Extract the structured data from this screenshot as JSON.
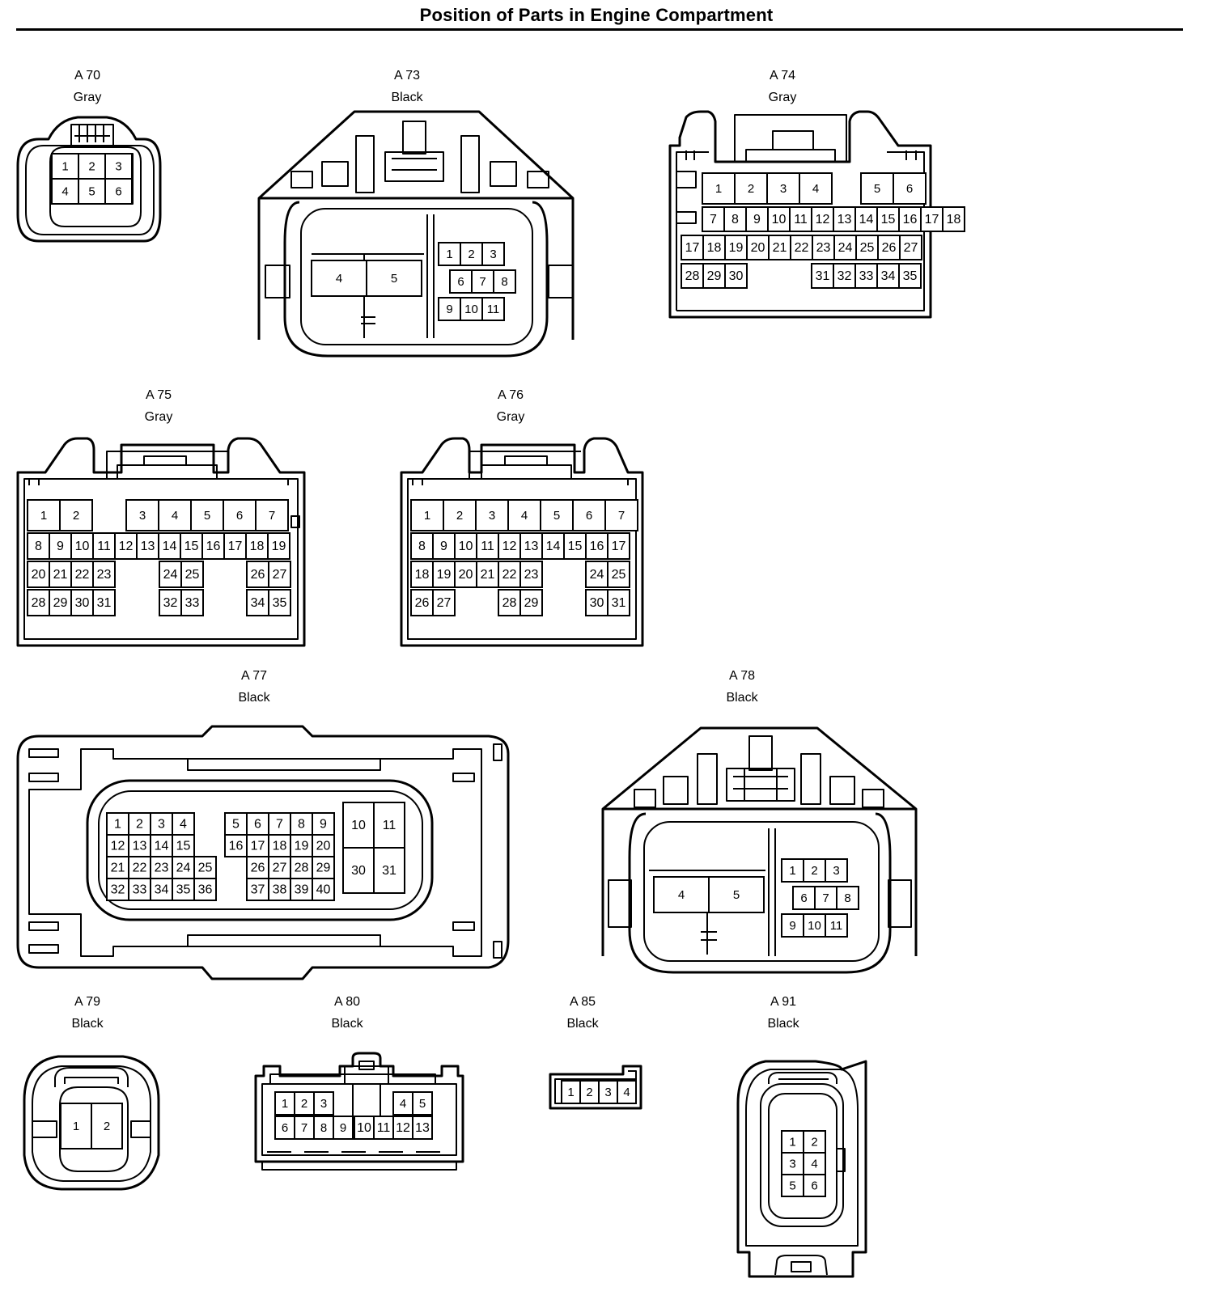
{
  "page": {
    "title": "Position of Parts in Engine Compartment"
  },
  "connectors": [
    {
      "id": "A 70",
      "color": "Gray",
      "pins": [
        "1",
        "2",
        "3",
        "4",
        "5",
        "6"
      ]
    },
    {
      "id": "A 73",
      "color": "Black",
      "pins": [
        "1",
        "2",
        "3",
        "4",
        "5",
        "6",
        "7",
        "8",
        "9",
        "10",
        "11"
      ]
    },
    {
      "id": "A 74",
      "color": "Gray",
      "pins": [
        "1",
        "2",
        "3",
        "4",
        "5",
        "6",
        "7",
        "8",
        "9",
        "10",
        "11",
        "12",
        "13",
        "14",
        "15",
        "16",
        "17",
        "18",
        "19",
        "20",
        "21",
        "22",
        "23",
        "24",
        "25",
        "26",
        "27",
        "28",
        "29",
        "30",
        "31",
        "32",
        "33",
        "34",
        "35"
      ]
    },
    {
      "id": "A 75",
      "color": "Gray",
      "pins": [
        "1",
        "2",
        "3",
        "4",
        "5",
        "6",
        "7",
        "8",
        "9",
        "10",
        "11",
        "12",
        "13",
        "14",
        "15",
        "16",
        "17",
        "18",
        "19",
        "20",
        "21",
        "22",
        "23",
        "24",
        "25",
        "26",
        "27",
        "28",
        "29",
        "30",
        "31",
        "32",
        "33",
        "34",
        "35"
      ]
    },
    {
      "id": "A 76",
      "color": "Gray",
      "pins": [
        "1",
        "2",
        "3",
        "4",
        "5",
        "6",
        "7",
        "8",
        "9",
        "10",
        "11",
        "12",
        "13",
        "14",
        "15",
        "16",
        "17",
        "18",
        "19",
        "20",
        "21",
        "22",
        "23",
        "24",
        "25",
        "26",
        "27",
        "28",
        "29",
        "30",
        "31"
      ]
    },
    {
      "id": "A 77",
      "color": "Black",
      "pins": [
        "1",
        "2",
        "3",
        "4",
        "5",
        "6",
        "7",
        "8",
        "9",
        "10",
        "11",
        "12",
        "13",
        "14",
        "15",
        "16",
        "17",
        "18",
        "19",
        "20",
        "21",
        "22",
        "23",
        "24",
        "25",
        "26",
        "27",
        "28",
        "29",
        "30",
        "31",
        "32",
        "33",
        "34",
        "35",
        "36",
        "37",
        "38",
        "39",
        "40"
      ]
    },
    {
      "id": "A 78",
      "color": "Black",
      "pins": [
        "1",
        "2",
        "3",
        "4",
        "5",
        "6",
        "7",
        "8",
        "9",
        "10",
        "11"
      ]
    },
    {
      "id": "A 79",
      "color": "Black",
      "pins": [
        "1",
        "2"
      ]
    },
    {
      "id": "A 80",
      "color": "Black",
      "pins": [
        "1",
        "2",
        "3",
        "4",
        "5",
        "6",
        "7",
        "8",
        "9",
        "10",
        "11",
        "12",
        "13"
      ]
    },
    {
      "id": "A 85",
      "color": "Black",
      "pins": [
        "1",
        "2",
        "3",
        "4"
      ]
    },
    {
      "id": "A 91",
      "color": "Black",
      "pins": [
        "1",
        "2",
        "3",
        "4",
        "5",
        "6"
      ]
    }
  ]
}
